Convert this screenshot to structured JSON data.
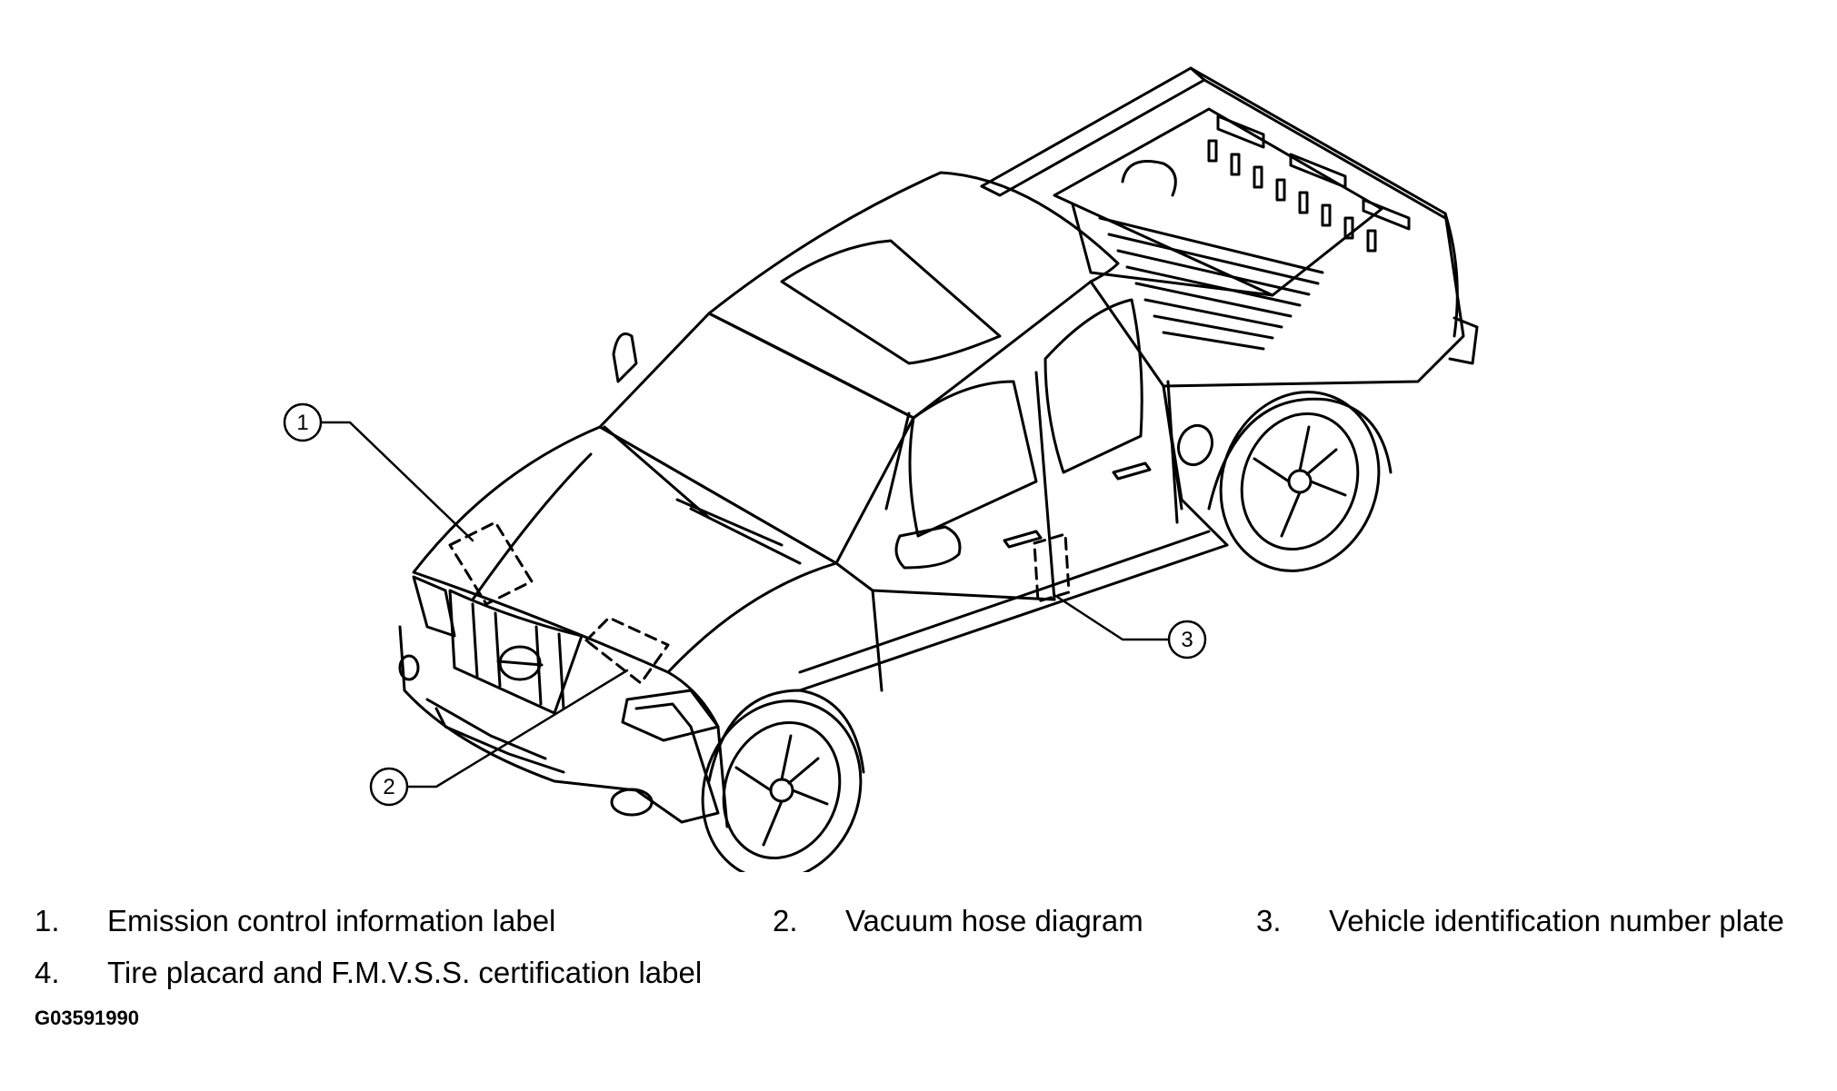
{
  "callouts": [
    "1",
    "2",
    "3"
  ],
  "legend": [
    {
      "number": "1.",
      "text": "Emission control information label"
    },
    {
      "number": "2.",
      "text": "Vacuum hose diagram"
    },
    {
      "number": "3.",
      "text": "Vehicle identification number plate"
    },
    {
      "number": "4.",
      "text": "Tire placard and F.M.V.S.S. certification label"
    }
  ],
  "figure_code": "G03591990"
}
